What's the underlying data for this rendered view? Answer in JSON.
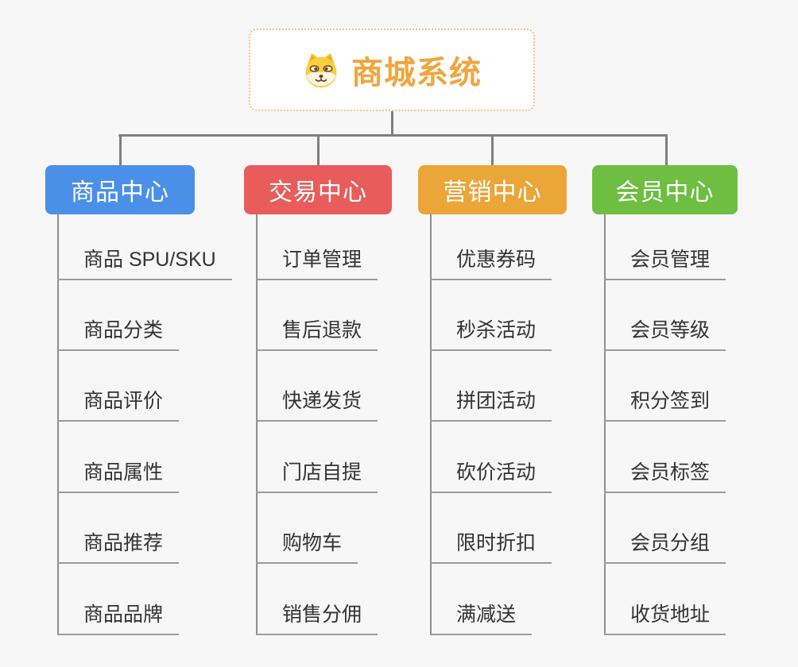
{
  "root": {
    "title": "商城系统",
    "title_color": "#F0A640",
    "border_color": "#F2C289",
    "icon": "dog-face-icon"
  },
  "colors": {
    "background": "#f7f7f7",
    "connector": "#7f7f7f",
    "leaf_line": "#9b9b9b",
    "leaf_text": "#333333"
  },
  "branches": [
    {
      "label": "商品中心",
      "color": "#4A8FE8",
      "children": [
        "商品 SPU/SKU",
        "商品分类",
        "商品评价",
        "商品属性",
        "商品推荐",
        "商品品牌"
      ]
    },
    {
      "label": "交易中心",
      "color": "#E95C5C",
      "children": [
        "订单管理",
        "售后退款",
        "快递发货",
        "门店自提",
        "购物车",
        "销售分佣"
      ]
    },
    {
      "label": "营销中心",
      "color": "#EAA639",
      "children": [
        "优惠券码",
        "秒杀活动",
        "拼团活动",
        "砍价活动",
        "限时折扣",
        "满减送"
      ]
    },
    {
      "label": "会员中心",
      "color": "#6DBE41",
      "children": [
        "会员管理",
        "会员等级",
        "积分签到",
        "会员标签",
        "会员分组",
        "收货地址"
      ]
    }
  ]
}
